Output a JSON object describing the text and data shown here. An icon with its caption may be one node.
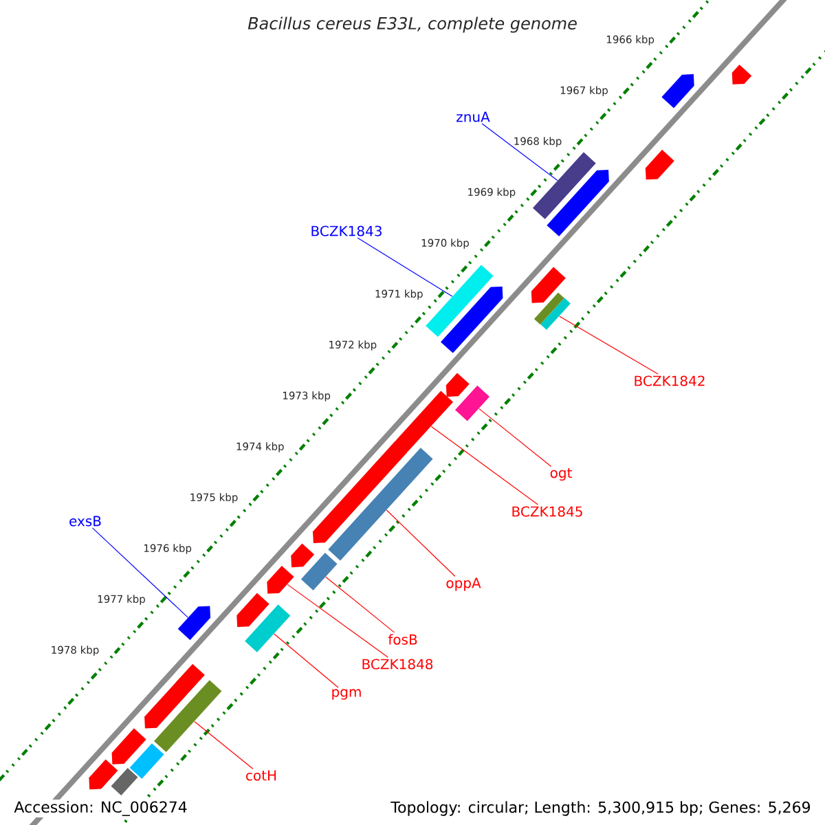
{
  "diagram": {
    "title": "Bacillus cereus E33L, complete genome",
    "nodes": [
      {
        "text": [
          "znuA"
        ]
      },
      {
        "text": [],
        "shape": "box"
      },
      {
        "text": [
          "BCZK1843"
        ]
      },
      {
        "text": [],
        "shape": "box"
      },
      {
        "text": [
          "BCZK1842"
        ]
      },
      {
        "text": [],
        "shape": "box"
      },
      {
        "text": [
          "ogt"
        ]
      },
      {
        "text": [],
        "shape": "box"
      },
      {
        "text": [
          "BCZK1845"
        ]
      },
      {
        "text": [],
        "shape": "arrow"
      },
      {
        "text": [
          "exsB"
        ]
      },
      {
        "text": [],
        "shape": "arrow"
      },
      {
        "text": [
          "oppA"
        ]
      },
      {
        "text": [],
        "shape": "box"
      },
      {
        "text": [
          "fosB"
        ]
      },
      {
        "text": [],
        "shape": "box"
      },
      {
        "text": [
          "BCZK1848"
        ]
      },
      {
        "text": [],
        "shape": "arrow"
      },
      {
        "text": [
          "pgm"
        ]
      },
      {
        "text": [],
        "shape": "box"
      },
      {
        "text": [
          "cotH"
        ]
      },
      {
        "text": [],
        "shape": "box"
      },
      {
        "text": [],
        "shape": "arrow"
      },
      {
        "text": [],
        "shape": "arrow"
      },
      {
        "text": [],
        "shape": "arrow"
      },
      {
        "text": [],
        "shape": "arrow"
      },
      {
        "text": [],
        "shape": "arrow"
      },
      {
        "text": [],
        "shape": "arrow"
      },
      {
        "text": [],
        "shape": "box"
      },
      {
        "text": [],
        "shape": "arrow"
      },
      {
        "text": [],
        "shape": "arrow"
      },
      {
        "text": [],
        "shape": "arrow"
      },
      {
        "text": [],
        "shape": "arrow"
      },
      {
        "text": [],
        "shape": "arrow"
      },
      {
        "text": [],
        "shape": "arrow"
      },
      {
        "text": [],
        "shape": "box"
      },
      {
        "text": [],
        "shape": "arrow"
      },
      {
        "text": [],
        "shape": "box"
      }
    ],
    "edges": [
      {
        "from": 0,
        "to": 1,
        "arrow": "none",
        "color": "#0000ff"
      },
      {
        "from": 2,
        "to": 3,
        "arrow": "none",
        "color": "#0000ff"
      },
      {
        "from": 4,
        "to": 5,
        "arrow": "none"
      },
      {
        "from": 6,
        "to": 7,
        "arrow": "none"
      },
      {
        "from": 8,
        "to": 9,
        "arrow": "none"
      },
      {
        "from": 10,
        "to": 11,
        "arrow": "none",
        "color": "#0000ff"
      },
      {
        "from": 12,
        "to": 13,
        "arrow": "none"
      },
      {
        "from": 14,
        "to": 15,
        "arrow": "none"
      },
      {
        "from": 16,
        "to": 17,
        "arrow": "none"
      },
      {
        "from": 18,
        "to": 19,
        "arrow": "none"
      },
      {
        "from": 20,
        "to": 21,
        "arrow": "none"
      }
    ],
    "labels": [
      "1966 kbp",
      "1967 kbp",
      "1968 kbp",
      "1969 kbp",
      "1970 kbp",
      "1971 kbp",
      "1972 kbp",
      "1973 kbp",
      "1974 kbp",
      "1975 kbp",
      "1976 kbp",
      "1977 kbp",
      "1978 kbp",
      "Accession: NC_006274",
      "Topology: circular; Length: 5,300,915 bp; Genes: 5,269"
    ]
  }
}
